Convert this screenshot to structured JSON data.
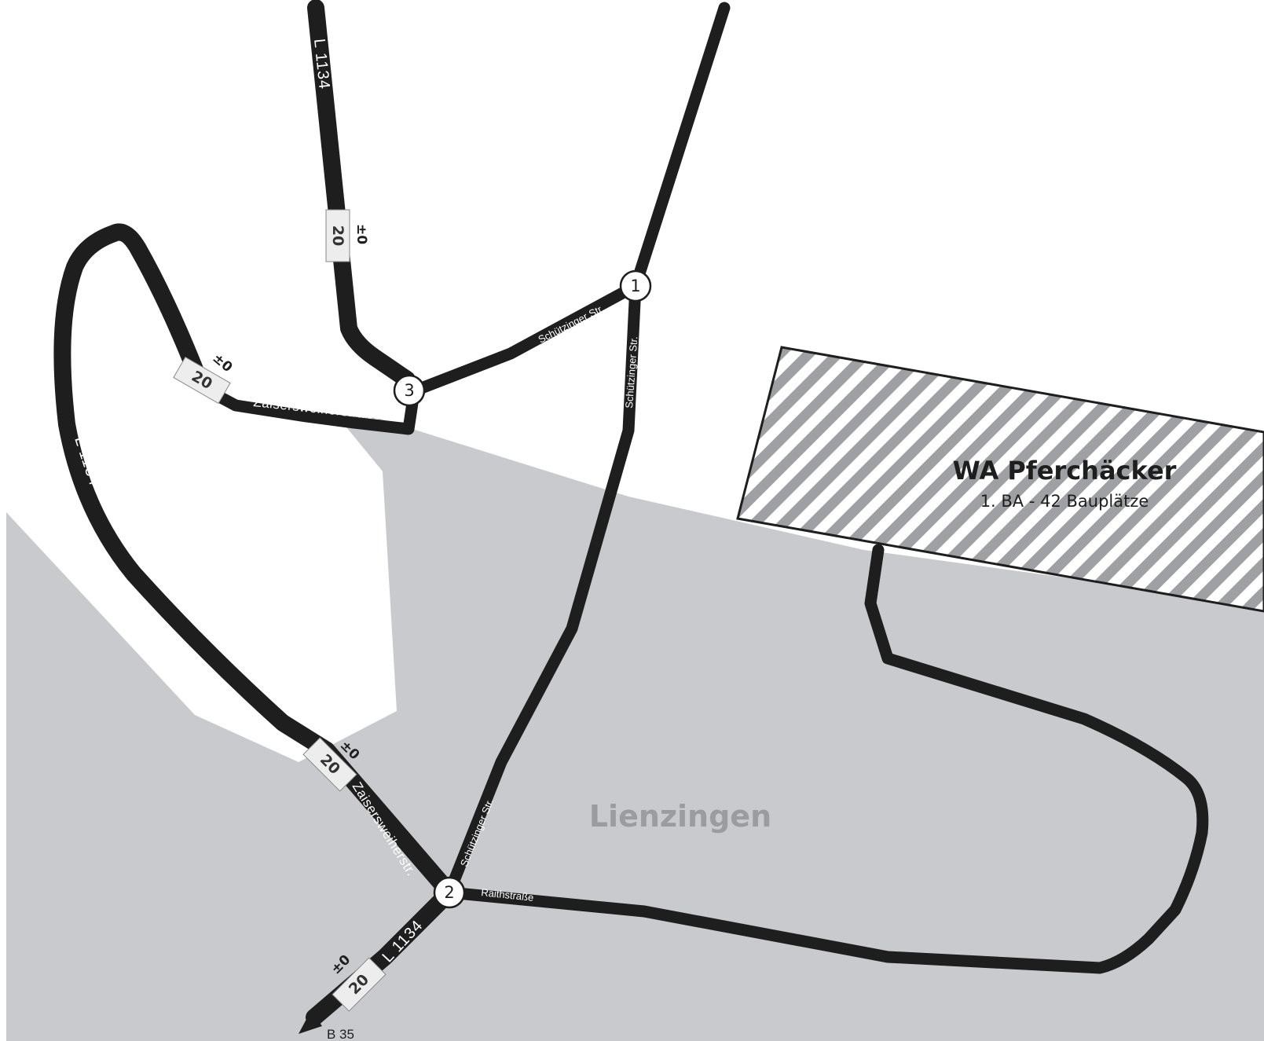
{
  "colors": {
    "urban_area": "#c8cacd",
    "road": "#1e1e1e",
    "hatch_stripe": "#9ea0a3",
    "town_label": "#9a9ca0",
    "sign_fill": "#ededed"
  },
  "roads": {
    "l1134_north": "L 1134",
    "l1134_west": "L 1134",
    "l1134_south": "L 1134",
    "schuetzinger_ne": "Schützinger Str.",
    "schuetzinger_mid": "Schützinger Str.",
    "schuetzinger_south": "Schützinger Str.",
    "zaisersweiher_north": "Zaisersweiherstraße",
    "zaisersweiher_south": "Zaisersweiherstr.",
    "raithstrasse": "Raithstraße"
  },
  "junctions": [
    "1",
    "2",
    "3"
  ],
  "speed_signs": {
    "north": {
      "value": "20",
      "delta": "±0"
    },
    "west": {
      "value": "20",
      "delta": "±0"
    },
    "mid": {
      "value": "20",
      "delta": "±0"
    },
    "south": {
      "value": "20",
      "delta": "±0"
    }
  },
  "development": {
    "title": "WA Pferchäcker",
    "subtitle": "1. BA - 42 Bauplätze"
  },
  "town": "Lienzingen",
  "destination": "B 35",
  "icons": {
    "arrow": "direction-arrow-icon"
  }
}
